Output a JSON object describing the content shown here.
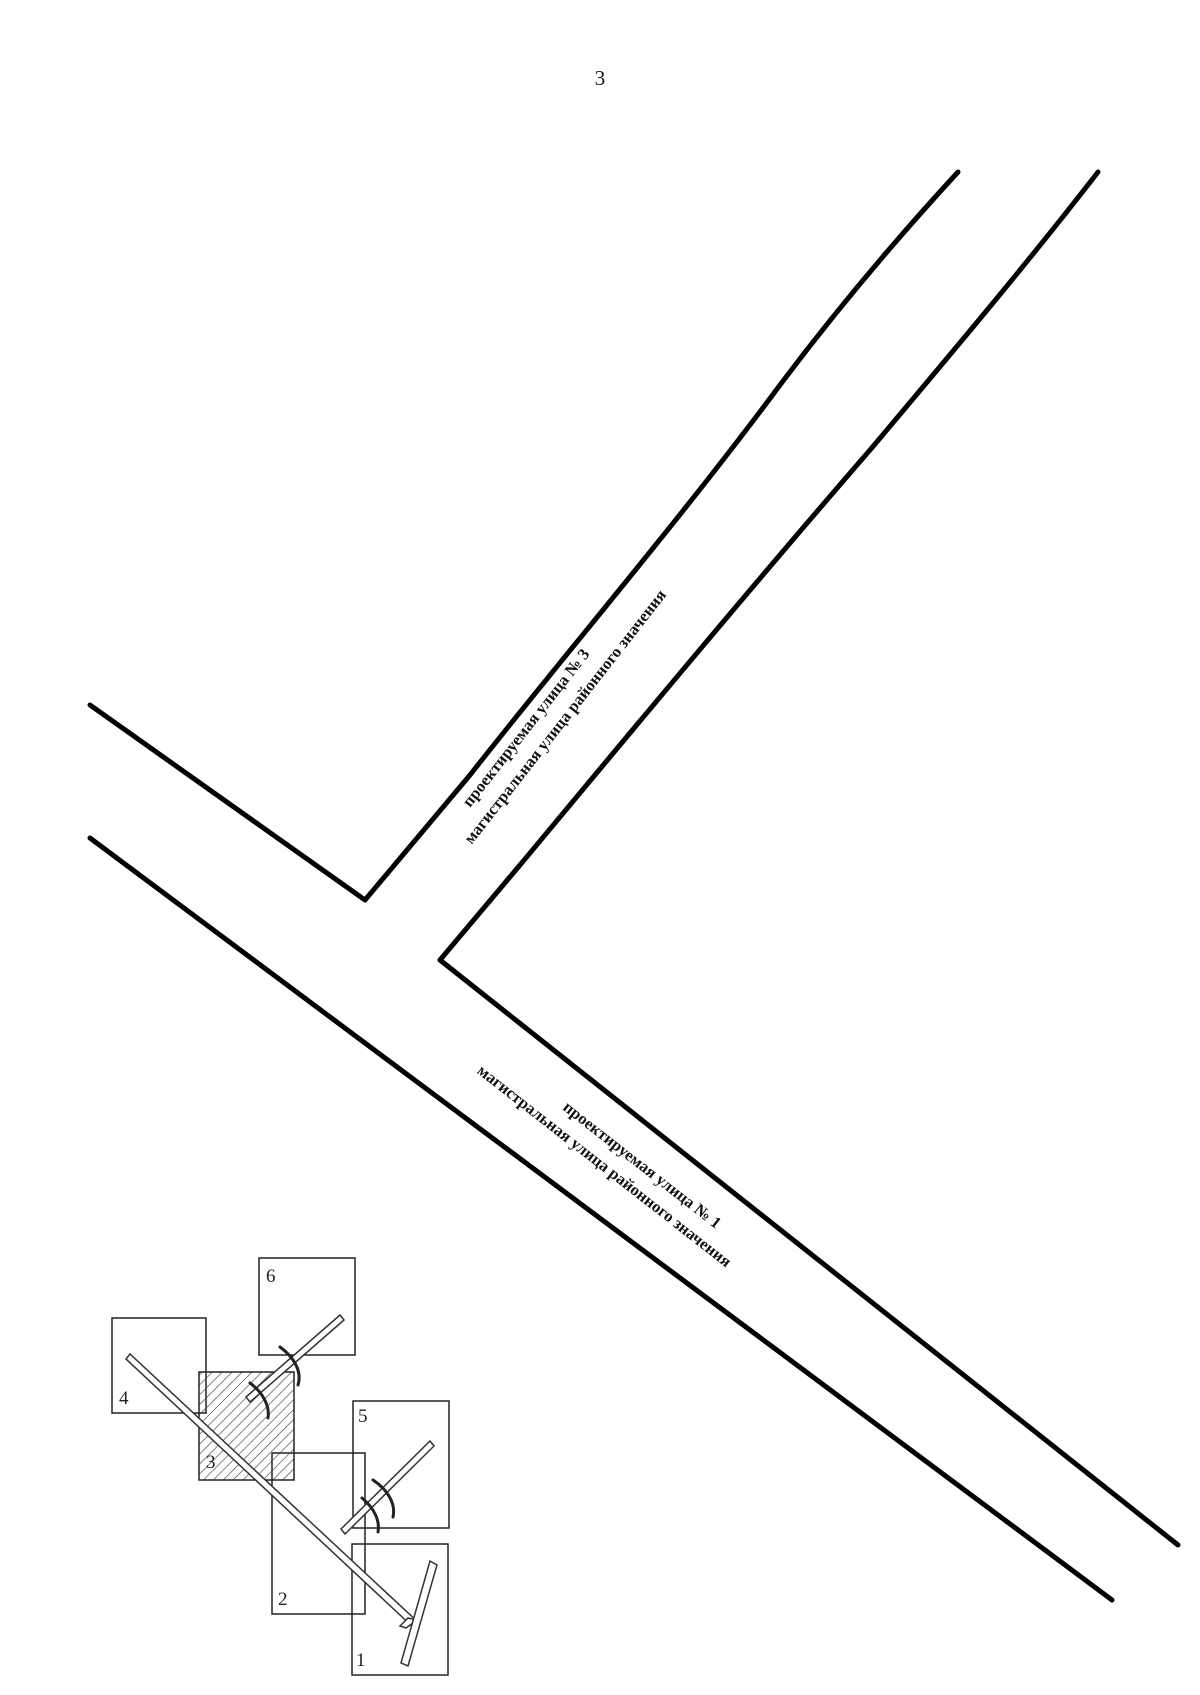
{
  "page_number": "3",
  "streets": {
    "street_3": {
      "line1": "проектируемая улица № 3",
      "line2": "магистральная улица районного значения"
    },
    "street_1": {
      "line1": "проектируемая улица № 1",
      "line2": "магистральная улица районного значения"
    }
  },
  "key_map": {
    "sheets": [
      {
        "label": "1",
        "current": false
      },
      {
        "label": "2",
        "current": false
      },
      {
        "label": "3",
        "current": true
      },
      {
        "label": "4",
        "current": false
      },
      {
        "label": "5",
        "current": false
      },
      {
        "label": "6",
        "current": false
      }
    ]
  },
  "colors": {
    "line": "#000000",
    "background": "#ffffff"
  }
}
